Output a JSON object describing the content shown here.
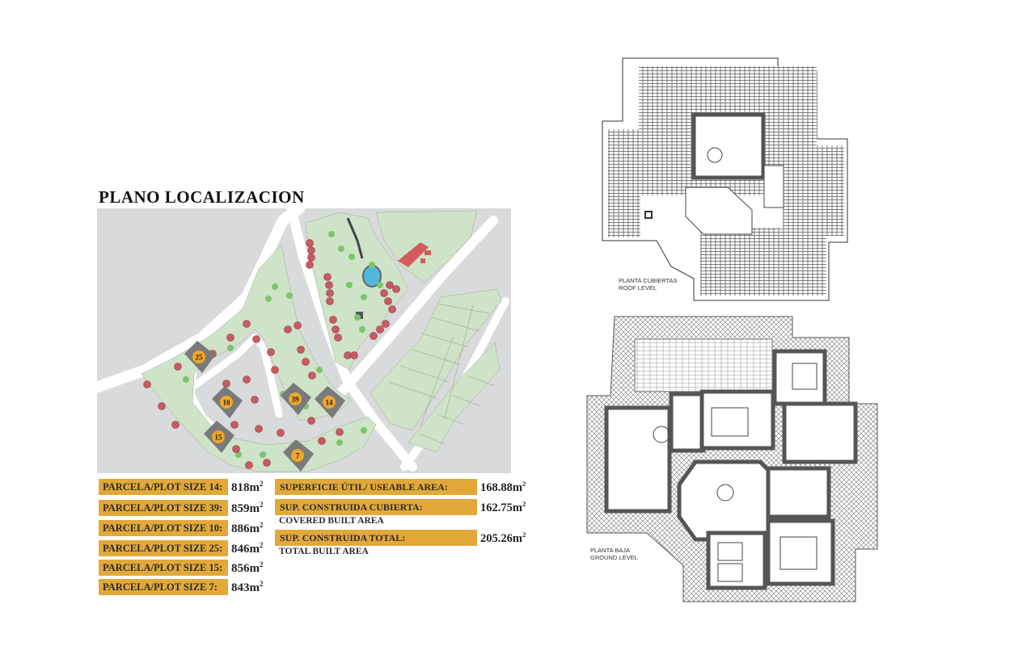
{
  "site_plan": {
    "title": "PLANO LOCALIZACION",
    "highlighted_plots": [
      "25",
      "10",
      "39",
      "14",
      "15",
      "7"
    ],
    "colors": {
      "parcel": "#cfe3c8",
      "road": "#ffffff",
      "background": "#d9dadc",
      "house": "#c85a62",
      "tree": "#7cc46a",
      "selected_plot": "#7a7a7a",
      "plot_marker": "#f0a62a",
      "pool": "#4fb8e0"
    }
  },
  "plot_sizes": [
    {
      "label": "PARCELA/PLOT SIZE 14:",
      "value": "818m",
      "unit_sup": "2"
    },
    {
      "label": "PARCELA/PLOT SIZE 39:",
      "value": "859m",
      "unit_sup": "2"
    },
    {
      "label": "PARCELA/PLOT SIZE 10:",
      "value": "886m",
      "unit_sup": "2"
    },
    {
      "label": "PARCELA/PLOT SIZE 25:",
      "value": "846m",
      "unit_sup": "2"
    },
    {
      "label": "PARCELA/PLOT SIZE 15:",
      "value": "856m",
      "unit_sup": "2"
    },
    {
      "label": "PARCELA/PLOT SIZE 7:",
      "value": "843m",
      "unit_sup": "2"
    }
  ],
  "areas": [
    {
      "label": "SUPERFICIE ÚTIL/ USEABLE AREA:",
      "sublabel": "",
      "value": "168.88m",
      "unit_sup": "2"
    },
    {
      "label": "SUP. CONSTRUIDA CUBIERTA:",
      "sublabel": "COVERED BUILT AREA",
      "value": "162.75m",
      "unit_sup": "2"
    },
    {
      "label": "SUP. CONSTRUIDA TOTAL:",
      "sublabel": "TOTAL BUILT AREA",
      "value": "205.26m",
      "unit_sup": "2"
    }
  ],
  "floor_plans": {
    "roof": {
      "label_es": "PLANTA CUBIERTAS",
      "label_en": "ROOF LEVEL"
    },
    "ground": {
      "label_es": "PLANTA BAJA",
      "label_en": "GROUND LEVEL"
    }
  },
  "accent_color": "#e2a93a"
}
